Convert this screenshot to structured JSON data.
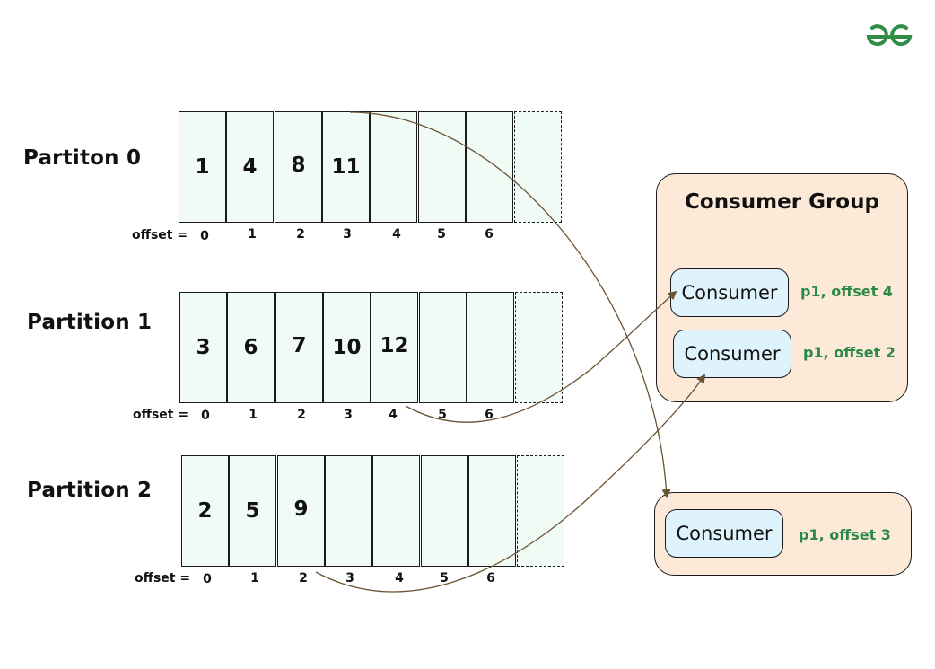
{
  "brand": {
    "logo_icon": "geeksforgeeks-logo-icon",
    "color": "#2f8d46"
  },
  "partitions": [
    {
      "label": "Partiton 0",
      "values": [
        "1",
        "4",
        "8",
        "11",
        "",
        "",
        ""
      ]
    },
    {
      "label": "Partition 1",
      "values": [
        "3",
        "6",
        "7",
        "10",
        "12",
        "",
        ""
      ]
    },
    {
      "label": "Partition 2",
      "values": [
        "2",
        "5",
        "9",
        "",
        "",
        "",
        ""
      ]
    }
  ],
  "offset_prefix": "offset =",
  "offsets": [
    "0",
    "1",
    "2",
    "3",
    "4",
    "5",
    "6"
  ],
  "consumer_group": {
    "title": "Consumer Group",
    "consumers": [
      {
        "label": "Consumer",
        "offset": "p1, offset 4"
      },
      {
        "label": "Consumer",
        "offset": "p1, offset 2"
      }
    ]
  },
  "standalone_consumer": {
    "label": "Consumer",
    "offset": "p1, offset 3"
  },
  "colors": {
    "cell_fill": "#effbf4",
    "group_fill": "#fde9d7",
    "consumer_fill": "#dff3fd",
    "offset_text": "#2c8a47",
    "arrow": "#6b5233"
  }
}
